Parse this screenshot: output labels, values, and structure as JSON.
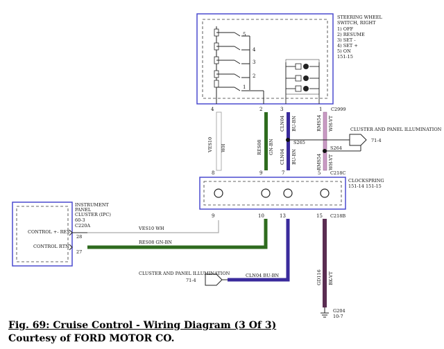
{
  "colors": {
    "box_border": "#4a4acf",
    "wire_white": "#d8d8d8",
    "wire_green": "#2e6b1e",
    "wire_blue": "#3a2b9c",
    "wire_pink": "#c99ac4",
    "wire_black_violet": "#5a2d52"
  },
  "switch": {
    "title_lines": [
      "STEERING WHEEL",
      "SWITCH, RIGHT",
      "1) OFF",
      "2) RESUME",
      "3) SET -",
      "4) SET +",
      "5) ON",
      "151-15"
    ],
    "contact_labels": [
      "5",
      "4",
      "3",
      "2",
      "1"
    ],
    "pins": [
      "4",
      "2",
      "3",
      "1"
    ],
    "connector": "C2999"
  },
  "clockspring": {
    "title_lines": [
      "CLOCKSPRING",
      "151-14  151-15"
    ],
    "top_pins": [
      "8",
      "9",
      "7",
      "5"
    ],
    "top_connector": "C218C",
    "bottom_pins": [
      "9",
      "10",
      "13",
      "15"
    ],
    "bottom_connector": "C218B"
  },
  "ipc": {
    "title_lines": [
      "INSTRUMENT",
      "PANEL",
      "CLUSTER (IPC)",
      "60-3"
    ],
    "connector": "C220A",
    "rows": [
      {
        "label": "CONTROL +- RES",
        "pin": "28"
      },
      {
        "label": "CONTROL RTN",
        "pin": "27"
      }
    ]
  },
  "wires": {
    "ves10": "VES10",
    "wh": "WH",
    "res08": "RES08",
    "gn_bn": "GN-BN",
    "cln04": "CLN04",
    "bu_bn": "BU-BN",
    "rms54": "RMS54",
    "wh_vt": "WH-VT",
    "gd116": "GD116",
    "bk_vt": "BK-VT",
    "ves10_h": "VES10   WH",
    "res08_h": "RES08   GN-BN",
    "cln04_h": "CLN04   BU-BN"
  },
  "splices": [
    "S265",
    "S264"
  ],
  "illum": {
    "label": "CLUSTER AND PANEL ILLUMINATION",
    "ref": "71-4"
  },
  "ground": {
    "id": "G204",
    "ref": "10-7"
  },
  "caption": {
    "line1": "Fig. 69: Cruise Control - Wiring Diagram (3 Of 3)",
    "line2": "Courtesy of FORD MOTOR CO."
  }
}
